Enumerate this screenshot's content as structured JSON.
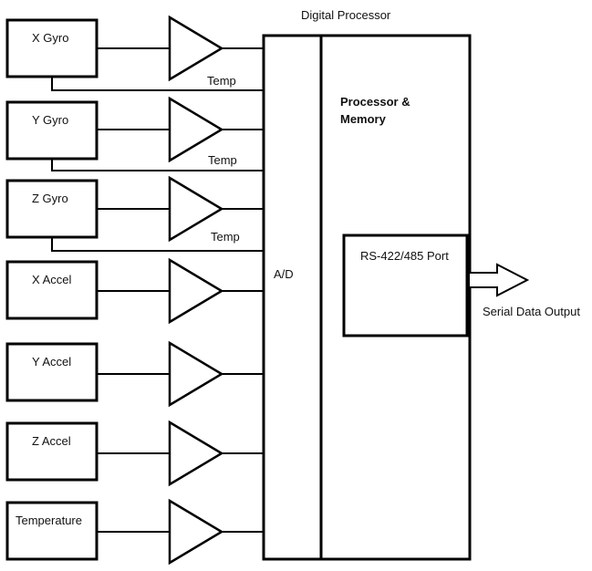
{
  "diagram": {
    "title": "Digital Processor",
    "sensors": [
      {
        "label": "X Gyro",
        "temp_label": "Temp"
      },
      {
        "label": "Y Gyro",
        "temp_label": "Temp"
      },
      {
        "label": "Z Gyro",
        "temp_label": "Temp"
      },
      {
        "label": "X Accel",
        "temp_label": ""
      },
      {
        "label": "Y Accel",
        "temp_label": ""
      },
      {
        "label": "Z Accel",
        "temp_label": ""
      },
      {
        "label": "Temperature",
        "temp_label": ""
      }
    ],
    "ad_label": "A/D",
    "processor_label_line1": "Processor &",
    "processor_label_line2": "Memory",
    "port_label": "RS-422/485 Port",
    "output_label": "Serial Data Output"
  }
}
